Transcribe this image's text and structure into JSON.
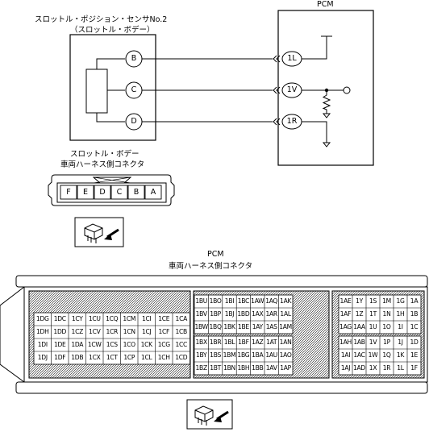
{
  "sensor": {
    "title": "スロットル・ポジション・センサNo.2",
    "subtitle": "（スロットル・ボデー）",
    "pins": [
      "B",
      "C",
      "D"
    ]
  },
  "pcm": {
    "title": "PCM",
    "pins": [
      "1L",
      "1V",
      "1R"
    ]
  },
  "sensor_connector": {
    "title_line1": "スロットル・ボデー",
    "title_line2": "車両ハーネス側コネクタ",
    "pins": [
      "F",
      "E",
      "D",
      "C",
      "B",
      "A"
    ]
  },
  "pcm_connector": {
    "title_line1": "PCM",
    "title_line2": "車両ハーネス側コネクタ",
    "left_block": [
      [
        "1DG",
        "1DC",
        "1CY",
        "1CU",
        "1CQ",
        "1CM",
        "1CI",
        "1CE",
        "1CA"
      ],
      [
        "1DH",
        "1DD",
        "1CZ",
        "1CV",
        "1CR",
        "1CN",
        "1CJ",
        "1CF",
        "1CB"
      ],
      [
        "1DI",
        "1DE",
        "1DA",
        "1CW",
        "1CS",
        "1CO",
        "1CK",
        "1CG",
        "1CC"
      ],
      [
        "1DJ",
        "1DF",
        "1DB",
        "1CX",
        "1CT",
        "1CP",
        "1CL",
        "1CH",
        "1CD"
      ]
    ],
    "middle_block_top": [
      [
        "1BU",
        "1BO",
        "1BI",
        "1BC",
        "1AW",
        "1AQ",
        "1AK"
      ],
      [
        "1BV",
        "1BP",
        "1BJ",
        "1BD",
        "1AX",
        "1AR",
        "1AL"
      ],
      [
        "1BW",
        "1BQ",
        "1BK",
        "1BE",
        "1AY",
        "1AS",
        "1AM"
      ]
    ],
    "middle_block_bottom": [
      [
        "1BX",
        "1BR",
        "1BL",
        "1BF",
        "1AZ",
        "1AT",
        "1AN"
      ],
      [
        "1BY",
        "1BS",
        "1BM",
        "1BG",
        "1BA",
        "1AU",
        "1AO"
      ],
      [
        "1BZ",
        "1BT",
        "1BN",
        "1BH",
        "1BB",
        "1AV",
        "1AP"
      ]
    ],
    "right_block_top": [
      [
        "1AE",
        "1Y",
        "1S",
        "1M",
        "1G",
        "1A"
      ],
      [
        "1AF",
        "1Z",
        "1T",
        "1N",
        "1H",
        "1B"
      ],
      [
        "1AG",
        "1AA",
        "1U",
        "1O",
        "1I",
        "1C"
      ]
    ],
    "right_block_bottom": [
      [
        "1AH",
        "1AB",
        "1V",
        "1P",
        "1J",
        "1D"
      ],
      [
        "1AI",
        "1AC",
        "1W",
        "1Q",
        "1K",
        "1E"
      ],
      [
        "1AJ",
        "1AD",
        "1X",
        "1R",
        "1L",
        "1F"
      ]
    ]
  }
}
